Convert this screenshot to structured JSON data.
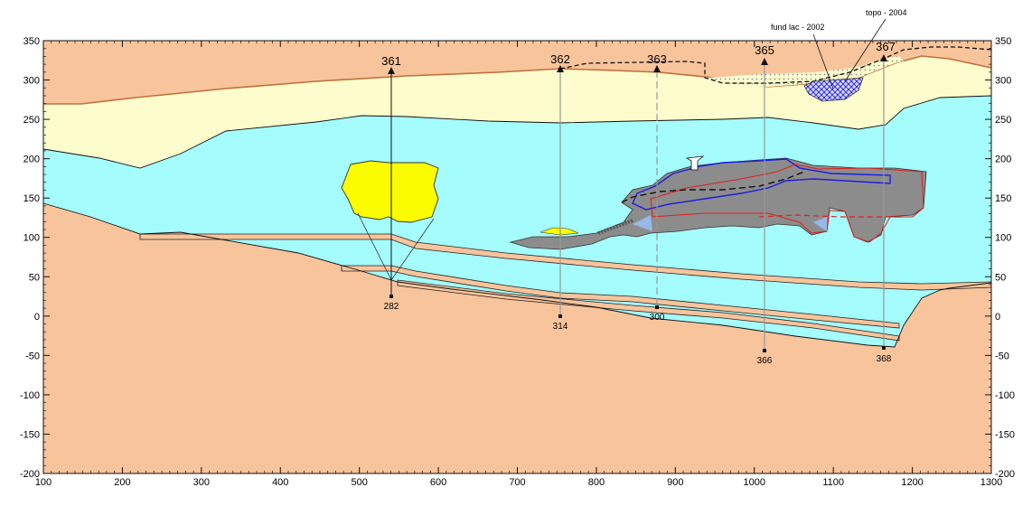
{
  "axes": {
    "x_ticks": [
      "100",
      "200",
      "300",
      "400",
      "500",
      "600",
      "700",
      "800",
      "900",
      "1000",
      "1100",
      "1200",
      "1300"
    ],
    "y_ticks": [
      "350",
      "300",
      "250",
      "200",
      "150",
      "100",
      "50",
      "0",
      "-50",
      "-100",
      "-150",
      "-200"
    ]
  },
  "boreholes": [
    {
      "top_label": "361",
      "bottom_label": "282"
    },
    {
      "top_label": "362",
      "bottom_label": "314"
    },
    {
      "top_label": "363",
      "bottom_label": "300"
    },
    {
      "top_label": "365",
      "bottom_label": "366"
    },
    {
      "top_label": "367",
      "bottom_label": "368"
    }
  ],
  "annotations": {
    "topo": "topo - 2004",
    "lake": "fund lac - 2002"
  },
  "colors": {
    "bedrock": "#f8c49c",
    "upper_layer": "#fcfccc",
    "water_layer": "#a4fcfc",
    "yellow_body": "#fcfc00",
    "gray_body": "#8c8c8c",
    "terrain_line": "#c0703a",
    "blue_outline": "#1c1ce0",
    "red_outline": "#e01c1c"
  }
}
